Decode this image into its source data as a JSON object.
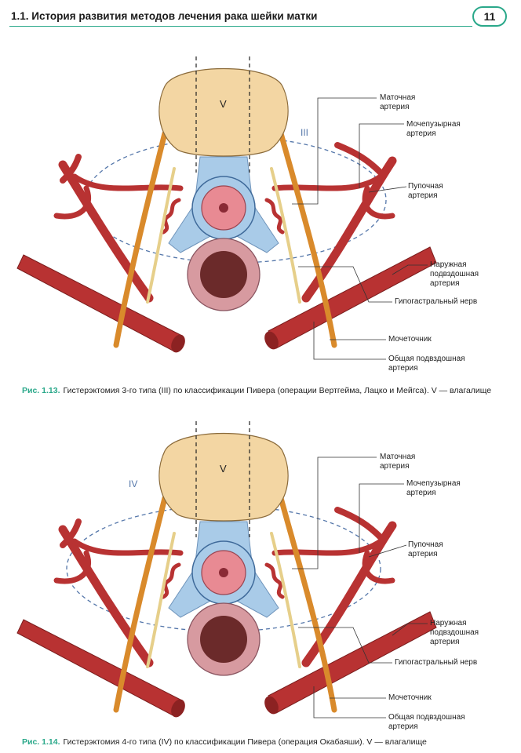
{
  "header": {
    "title": "1.1. История развития методов лечения рака шейки матки",
    "page_number": "11"
  },
  "colors": {
    "accent": "#2aa88a",
    "uterus": "#f3d6a3",
    "artery": "#b83232",
    "ureter": "#d98a2b",
    "nerve": "#f2e3b3",
    "ligament": "#a9cbe8",
    "cervix": "#e88a93",
    "rectum": "#6b2a2a",
    "boundary": "#5577aa"
  },
  "figures": [
    {
      "type_marker": "III",
      "vagina_label": "V",
      "labels": {
        "uterine_artery": "Маточная\nартерия",
        "vesical_artery": "Мочепузырная\nартерия",
        "umbilical_artery": "Пупочная\nартерия",
        "external_iliac": "Наружная\nподвздошная\nартерия",
        "hypogastric_nerve": "Гипогастральный нерв",
        "ureter": "Мочеточник",
        "common_iliac": "Общая подвздошная\nартерия"
      },
      "caption_num": "Рис. 1.13.",
      "caption_text": "Гистерэктомия 3-го типа (III) по классификации Пивера (операции Вертгейма, Лацко и Мейгса). V — влагалище"
    },
    {
      "type_marker": "IV",
      "vagina_label": "V",
      "labels": {
        "uterine_artery": "Маточная\nартерия",
        "vesical_artery": "Мочепузырная\nартерия",
        "umbilical_artery": "Пупочная\nартерия",
        "external_iliac": "Наружная\nподвздошная\nартерия",
        "hypogastric_nerve": "Гипогастральный нерв",
        "ureter": "Мочеточник",
        "common_iliac": "Общая подвздошная\nартерия"
      },
      "caption_num": "Рис. 1.14.",
      "caption_text": "Гистерэктомия 4-го типа (IV) по классификации Пивера (операция Окабаяши). V — влагалище"
    }
  ]
}
